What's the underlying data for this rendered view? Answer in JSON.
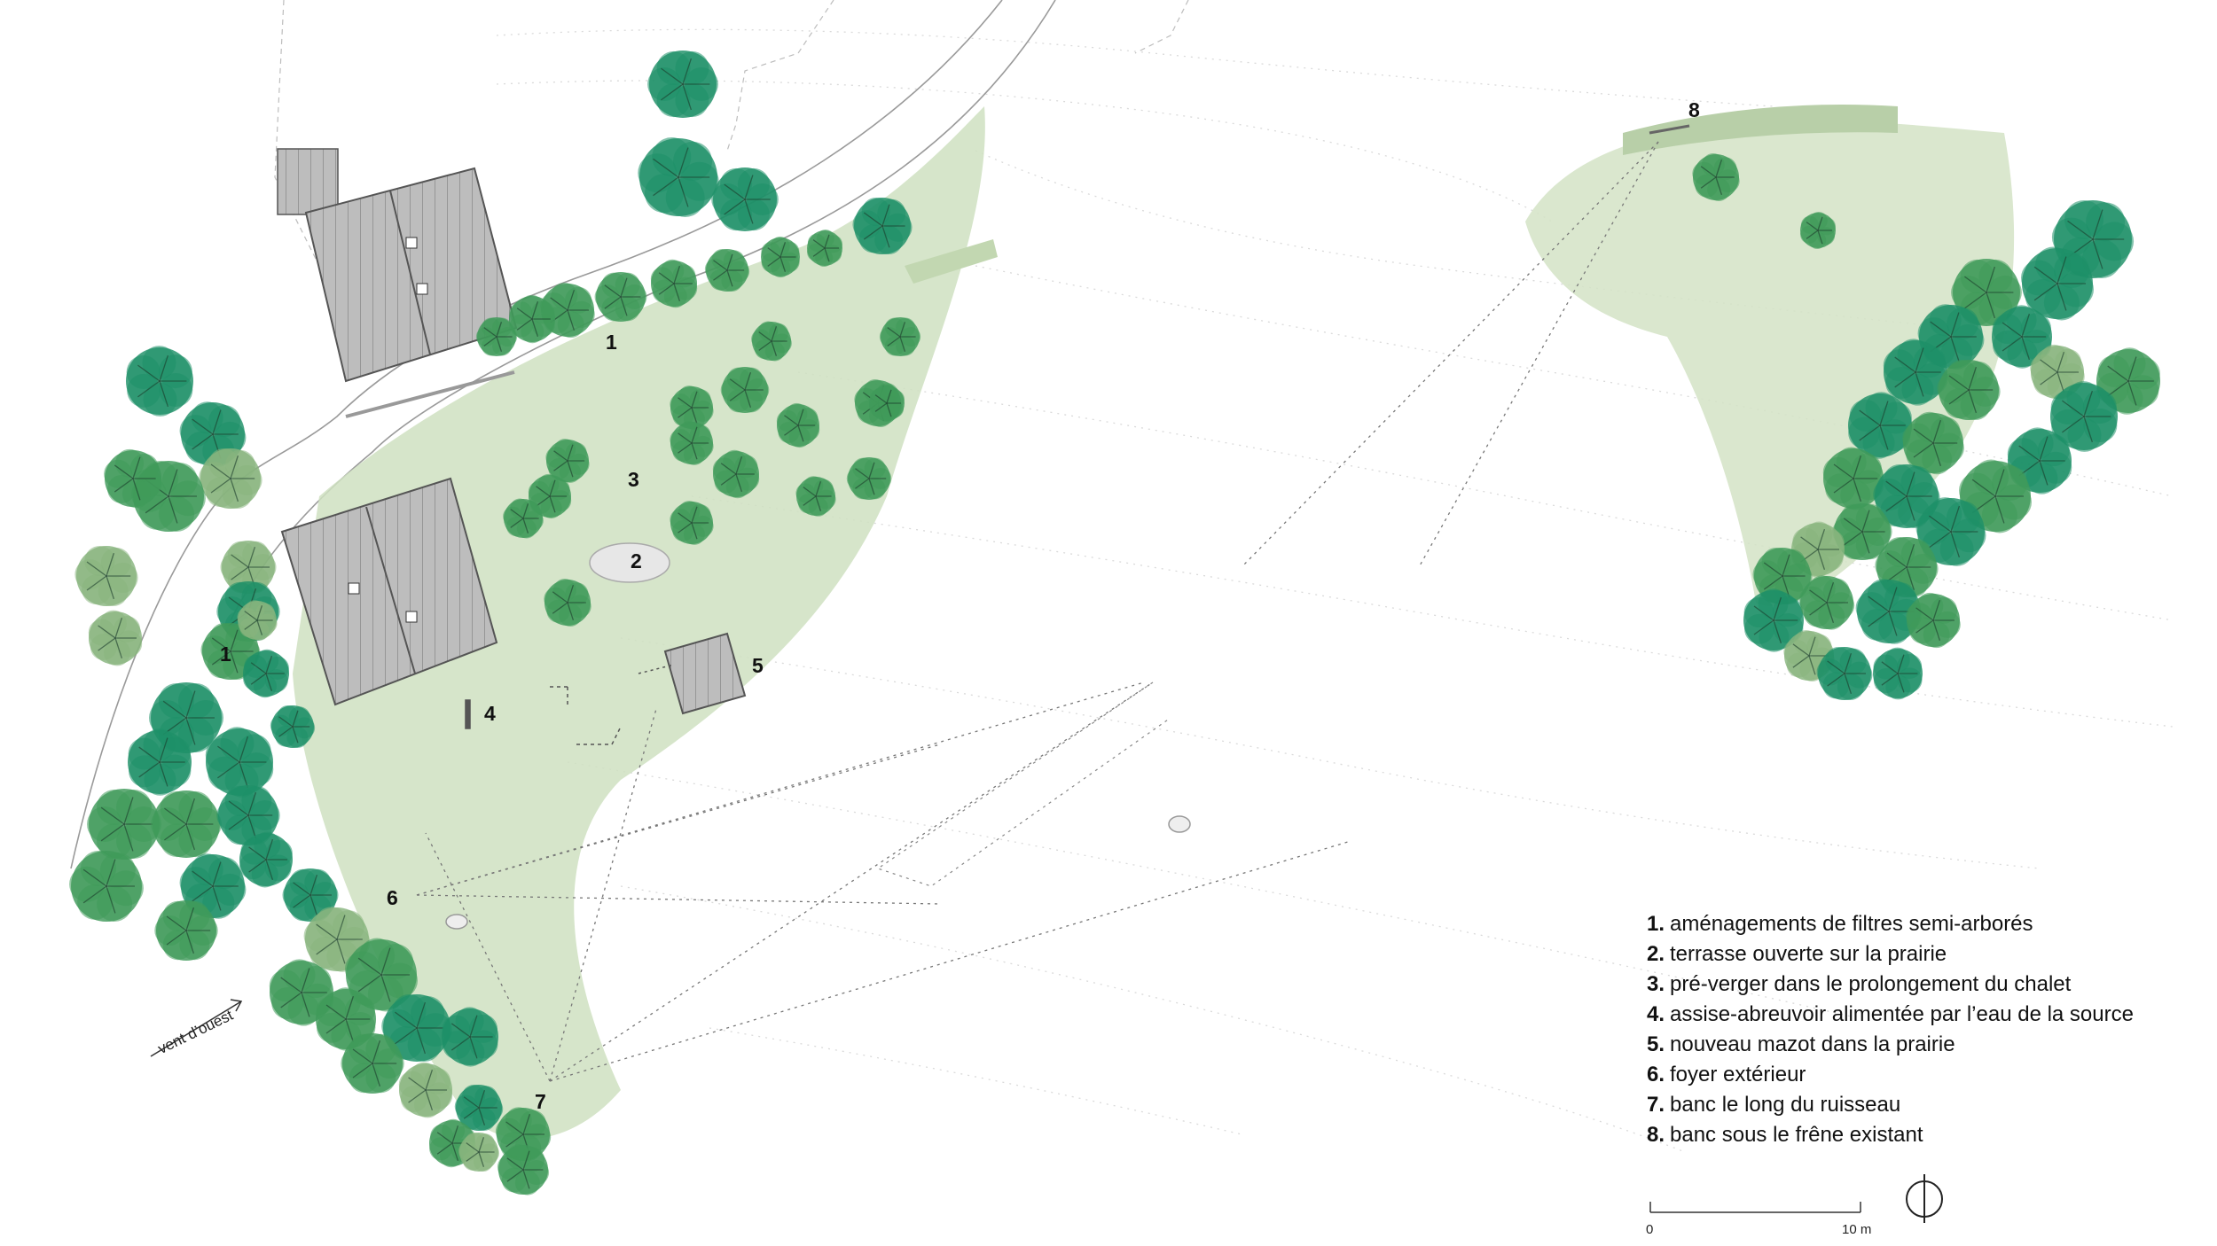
{
  "colors": {
    "tree_dark": "#1e9068",
    "tree_mid": "#3f9a5a",
    "tree_light": "#88b57e",
    "meadow": "#b9d3a6",
    "roof": "#b8b8b8",
    "contour": "#d4d4d4",
    "text": "#111111"
  },
  "map_labels": {
    "n1a": "1",
    "n1b": "1",
    "n2": "2",
    "n3": "3",
    "n4": "4",
    "n5": "5",
    "n6": "6",
    "n7": "7",
    "n8": "8"
  },
  "wind": {
    "label": "vent d’ouest",
    "icon": "arrow-icon"
  },
  "legend": [
    {
      "num": "1.",
      "text": "aménagements de filtres semi-arborés"
    },
    {
      "num": "2.",
      "text": "terrasse ouverte sur la prairie"
    },
    {
      "num": "3.",
      "text": "pré-verger dans le prolongement du chalet"
    },
    {
      "num": "4.",
      "text": "assise-abreuvoir alimentée par l’eau de la source"
    },
    {
      "num": "5.",
      "text": "nouveau mazot dans la prairie"
    },
    {
      "num": "6.",
      "text": "foyer extérieur"
    },
    {
      "num": "7.",
      "text": "banc le long du ruisseau"
    },
    {
      "num": "8.",
      "text": "banc sous le frêne existant"
    }
  ],
  "scale_bar": {
    "start": "0",
    "end": "10 m"
  },
  "north_icon": "north-arrow-icon"
}
